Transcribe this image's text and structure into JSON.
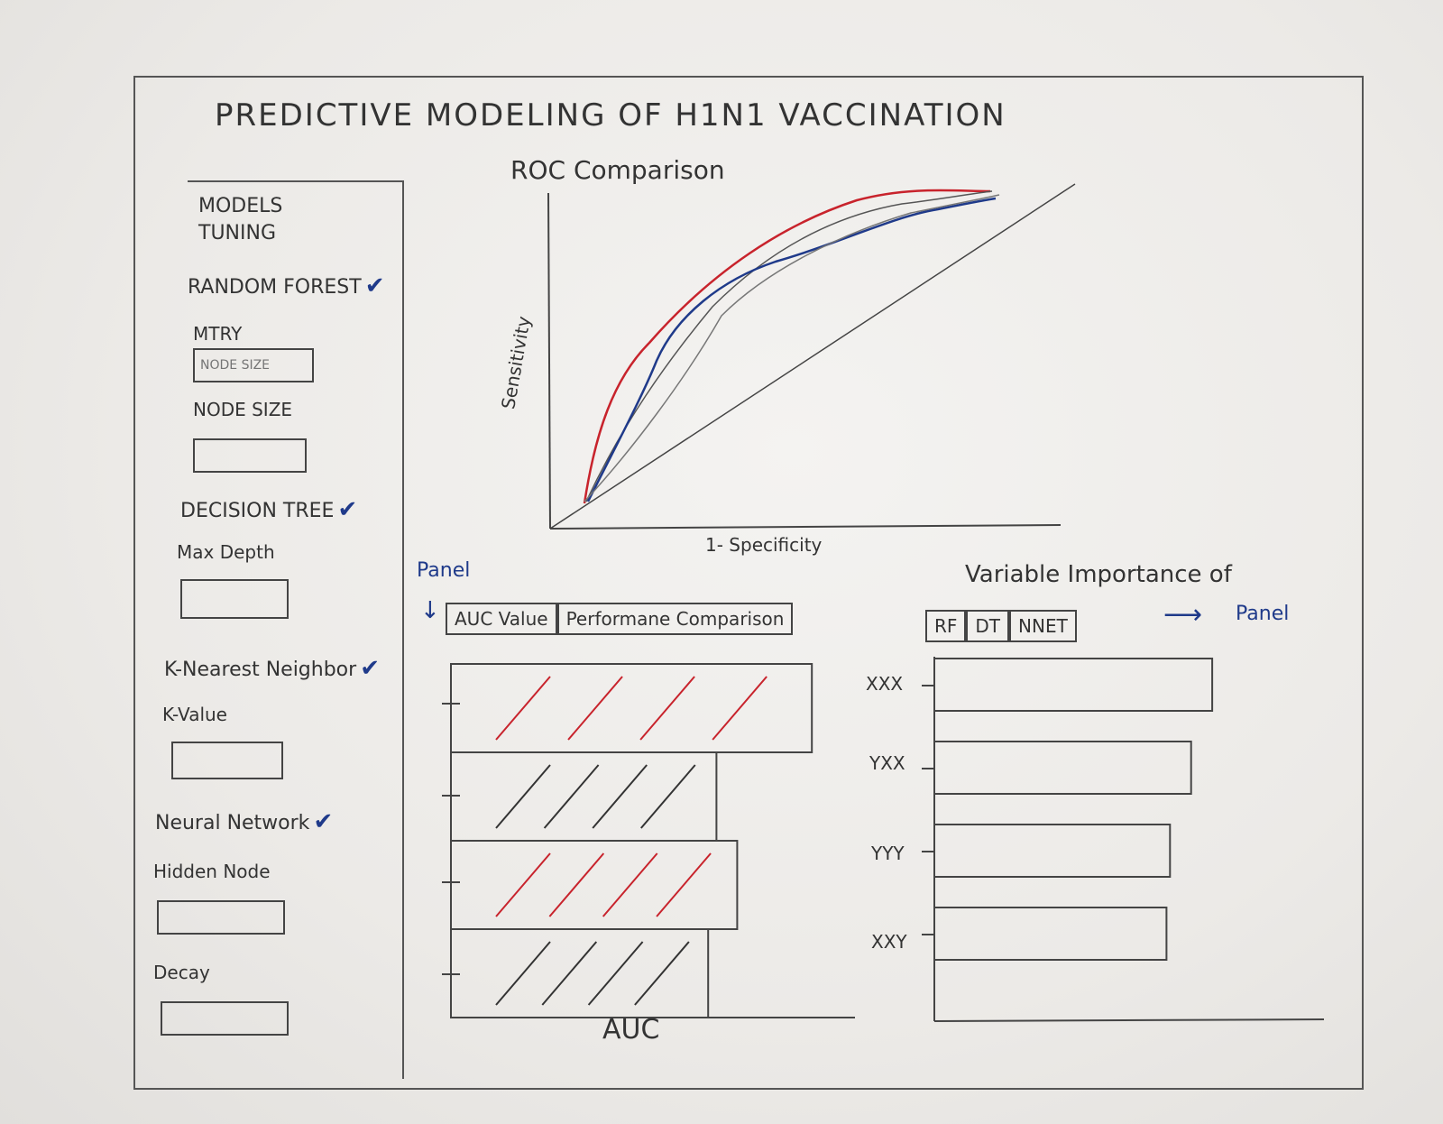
{
  "app": {
    "title": "PREDICTIVE MODELING OF H1N1 VACCINATION"
  },
  "sidebar": {
    "heading": [
      "MODELS",
      "TUNING"
    ],
    "models": [
      {
        "name": "RANDOM FOREST",
        "checked": true,
        "check": "✔",
        "params": [
          {
            "label": "MTRY",
            "placeholder": "NODE SIZE"
          },
          {
            "label": "NODE SIZE",
            "placeholder": ""
          }
        ]
      },
      {
        "name": "DECISION TREE",
        "checked": true,
        "check": "✔",
        "params": [
          {
            "label": "Max Depth",
            "placeholder": ""
          }
        ]
      },
      {
        "name": "K-Nearest Neighbor",
        "checked": true,
        "check": "✔",
        "params": [
          {
            "label": "K-Value",
            "placeholder": ""
          }
        ]
      },
      {
        "name": "Neural Network",
        "checked": true,
        "check": "✔",
        "params": [
          {
            "label": "Hidden Node",
            "placeholder": ""
          },
          {
            "label": "Decay",
            "placeholder": ""
          }
        ]
      }
    ]
  },
  "roc": {
    "title": "ROC Comparison",
    "xlabel": "1- Specificity",
    "ylabel": "Sensitivity",
    "line_colors": [
      "#c8232c",
      "#555555",
      "#1f3a8a",
      "#777777"
    ]
  },
  "performance_panel": {
    "note": "Panel",
    "arrow": "↓",
    "tabs": [
      "AUC Value",
      "Performane Comparison"
    ],
    "xlabel": "AUC",
    "bar_levels": [
      0.87,
      0.64,
      0.69,
      0.62
    ],
    "bar_colors": [
      "#c8232c",
      "#333333",
      "#c8232c",
      "#333333"
    ]
  },
  "importance_panel": {
    "title": "Variable Importance of",
    "tabs": [
      "RF",
      "DT",
      "NNET"
    ],
    "arrow": "⟶",
    "note": "Panel",
    "categories": [
      "XXX",
      "YXX",
      "YYY",
      "XXY"
    ],
    "bar_levels": [
      0.79,
      0.73,
      0.67,
      0.66
    ]
  }
}
